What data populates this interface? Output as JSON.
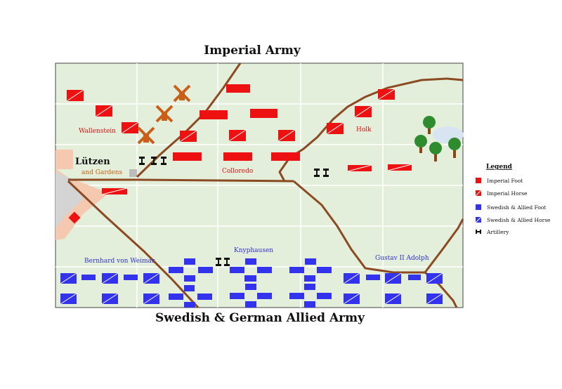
{
  "titles": {
    "top": "Imperial Army",
    "bottom": "Swedish & German Allied  Army"
  },
  "map_labels": {
    "wallenstein": "Wallenstein",
    "holk": "Holk",
    "colloredo": "Colloredo",
    "lutzen": "Lützen",
    "gardens": "and Gardens",
    "bernhard": "Bernhard von Weimar",
    "knyphausen": "Knyphausen",
    "gustav": "Gustav II Adolph"
  },
  "legend": {
    "title": "Legend",
    "items": [
      {
        "label": "Imperial Foot",
        "symbol": "imperial-foot"
      },
      {
        "label": "Imperial Horse",
        "symbol": "imperial-horse"
      },
      {
        "label": "Swedish & Allied Foot",
        "symbol": "swedish-foot"
      },
      {
        "label": "Swedish & Allied Horse",
        "symbol": "swedish-horse"
      },
      {
        "label": "Artillery",
        "symbol": "artillery"
      }
    ]
  },
  "colors": {
    "field": "#e3efdb",
    "grid": "#ffffff",
    "road": "#8b4a22",
    "imperial": "#ee1111",
    "swedish": "#3333ee",
    "mill": "#c8601a",
    "town": "#f5c8b0",
    "town_gray": "#d4d4d4",
    "tree": "#2e8b2e",
    "trunk": "#8b4513",
    "pond": "#d8e4f2",
    "imperial_label": "#e01010",
    "swedish_label": "#3030d0",
    "town_label": "#c86010"
  },
  "icons": [
    "windmill-icon",
    "tree-icon",
    "artillery-icon"
  ]
}
